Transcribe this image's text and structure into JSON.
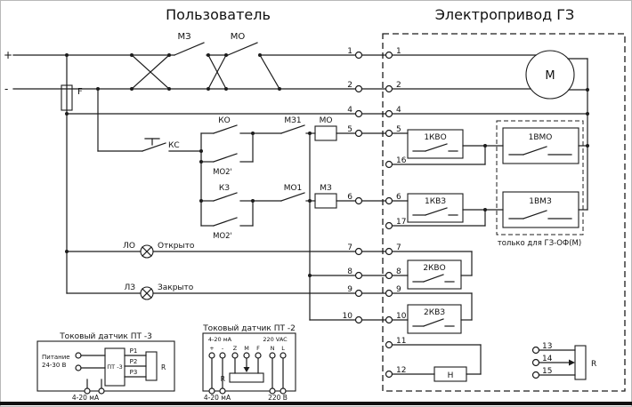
{
  "titles": {
    "user": "Пользователь",
    "drive": "Электропривод ГЗ"
  },
  "power": {
    "plus": "+",
    "minus": "-",
    "fuse": "F"
  },
  "switches": {
    "mz": "МЗ",
    "mo": "МО"
  },
  "contacts": {
    "ks": "КС",
    "ko": "КО",
    "mo2_a": "МО2'",
    "kz": "КЗ",
    "mo2_b": "МО2'",
    "mz1": "МЗ1",
    "mo1": "МО1"
  },
  "coils": {
    "mo": "МО",
    "mz": "МЗ"
  },
  "lamps": {
    "lo": "ЛО",
    "lo_caption": "Открыто",
    "lz": "ЛЗ",
    "lz_caption": "Закрыто"
  },
  "left_terminals": [
    "1",
    "2",
    "4",
    "5",
    "6",
    "7",
    "8",
    "9",
    "10"
  ],
  "right_terminals": [
    "1",
    "2",
    "4",
    "5",
    "16",
    "6",
    "17",
    "7",
    "8",
    "9",
    "10",
    "11",
    "12"
  ],
  "motor": {
    "label": "М"
  },
  "actuator": {
    "k1vo": "1КВО",
    "v1mo": "1ВМО",
    "k1vz": "1КВЗ",
    "v1mz": "1ВМЗ",
    "k2vo": "2КВО",
    "k2vz": "2КВЗ",
    "note": "только для ГЗ-ОФ(М)",
    "heater": "Н",
    "resistor": "R"
  },
  "feedback_terminals": [
    "13",
    "14",
    "15"
  ],
  "pt3": {
    "title": "Токовый датчик ПТ -3",
    "supply_line1": "Питание",
    "supply_line2": "24-30 В",
    "device": "ПТ -3",
    "out1": "Р1",
    "out2": "Р2",
    "out3": "Р3",
    "resistor": "R",
    "output": "4-20 мА"
  },
  "pt2": {
    "title": "Токовый датчик ПТ -2",
    "input_label": "4-20 мА",
    "mains_label": "220 VAC",
    "terminals": [
      "+",
      "-",
      "Z",
      "M",
      "F",
      "N",
      "L"
    ],
    "resistor": "R",
    "output_current": "4-20 мА",
    "output_mains": "220 В"
  }
}
